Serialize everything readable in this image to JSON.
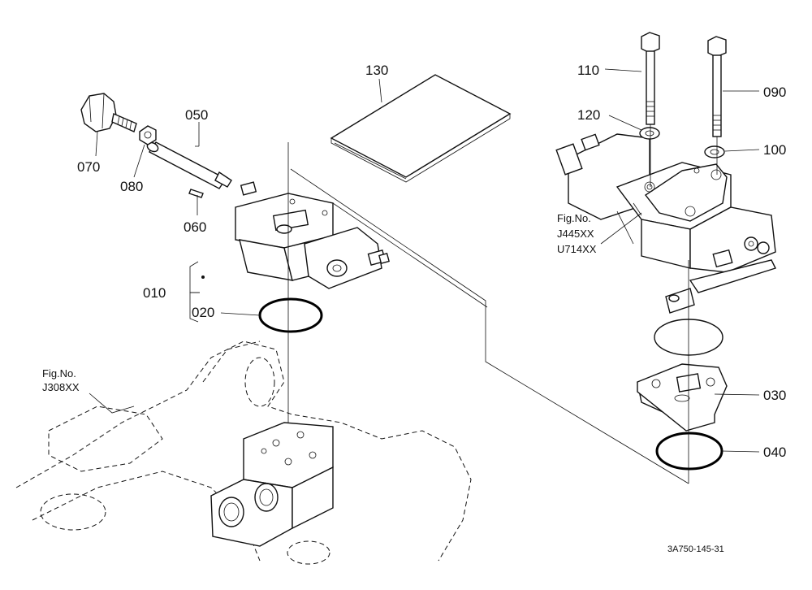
{
  "parts": {
    "p010": "010",
    "p020": "020",
    "p030": "030",
    "p040": "040",
    "p050": "050",
    "p060": "060",
    "p070": "070",
    "p080": "080",
    "p090": "090",
    "p100": "100",
    "p110": "110",
    "p120": "120",
    "p130": "130"
  },
  "references": {
    "fig_left_title": "Fig.No.",
    "fig_left_code": "J308XX",
    "fig_right_title": "Fig.No.",
    "fig_right_code1": "J445XX",
    "fig_right_code2": "U714XX"
  },
  "drawing_code": "3A750-145-31"
}
